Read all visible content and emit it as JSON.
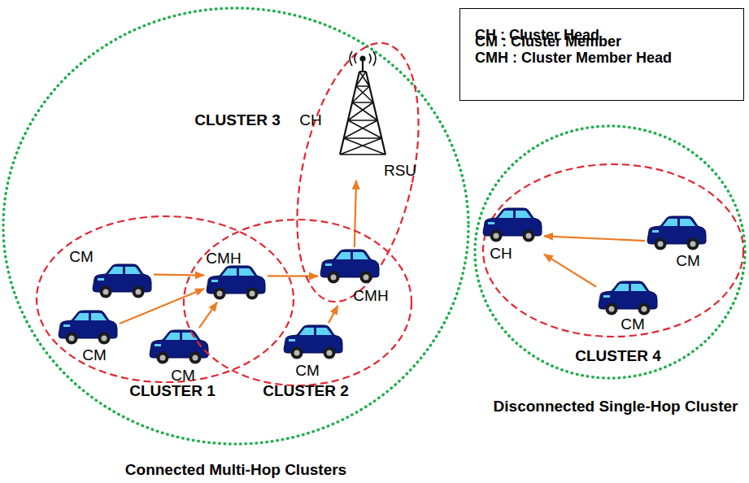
{
  "diagram": {
    "nodes": [
      {
        "text": [
          "Connected Multi-Hop Clusters"
        ]
      },
      {
        "text": [
          "CLUSTER 3"
        ],
        "in": 0
      },
      {
        "text": [
          "CH",
          "RSU"
        ],
        "in": 1
      },
      {
        "text": [
          "CLUSTER 1"
        ],
        "in": 0
      },
      {
        "text": [
          "CM"
        ],
        "in": 3
      },
      {
        "text": [
          "CM"
        ],
        "in": 3
      },
      {
        "text": [
          "CM"
        ],
        "in": 3
      },
      {
        "text": [
          "CLUSTER 2"
        ],
        "in": 0
      },
      {
        "text": [
          "CMH"
        ],
        "in": 7
      },
      {
        "text": [
          "CMH"
        ],
        "in": 7
      },
      {
        "text": [
          "CM"
        ],
        "in": 7
      },
      {
        "text": [
          "Disconnected Single-Hop Cluster"
        ]
      },
      {
        "text": [
          "CLUSTER 4"
        ],
        "in": 11
      },
      {
        "text": [
          "CH"
        ],
        "in": 12
      },
      {
        "text": [
          "CM"
        ],
        "in": 12
      },
      {
        "text": [
          "CM"
        ],
        "in": 12
      }
    ],
    "edges": [
      {
        "from": 4,
        "to": 8,
        "arrow": "to"
      },
      {
        "from": 5,
        "to": 8,
        "arrow": "to"
      },
      {
        "from": 6,
        "to": 8,
        "arrow": "to"
      },
      {
        "from": 8,
        "to": 9,
        "arrow": "to"
      },
      {
        "from": 10,
        "to": 9,
        "arrow": "to"
      },
      {
        "from": 9,
        "to": 2,
        "arrow": "to"
      },
      {
        "from": 14,
        "to": 13,
        "arrow": "to"
      },
      {
        "from": 15,
        "to": 13,
        "arrow": "to"
      }
    ],
    "legend": [
      {
        "text": "CH : Cluster Head"
      },
      {
        "text": "CM : Cluster Member"
      },
      {
        "text": "CMH : Cluster Member Head"
      }
    ]
  }
}
